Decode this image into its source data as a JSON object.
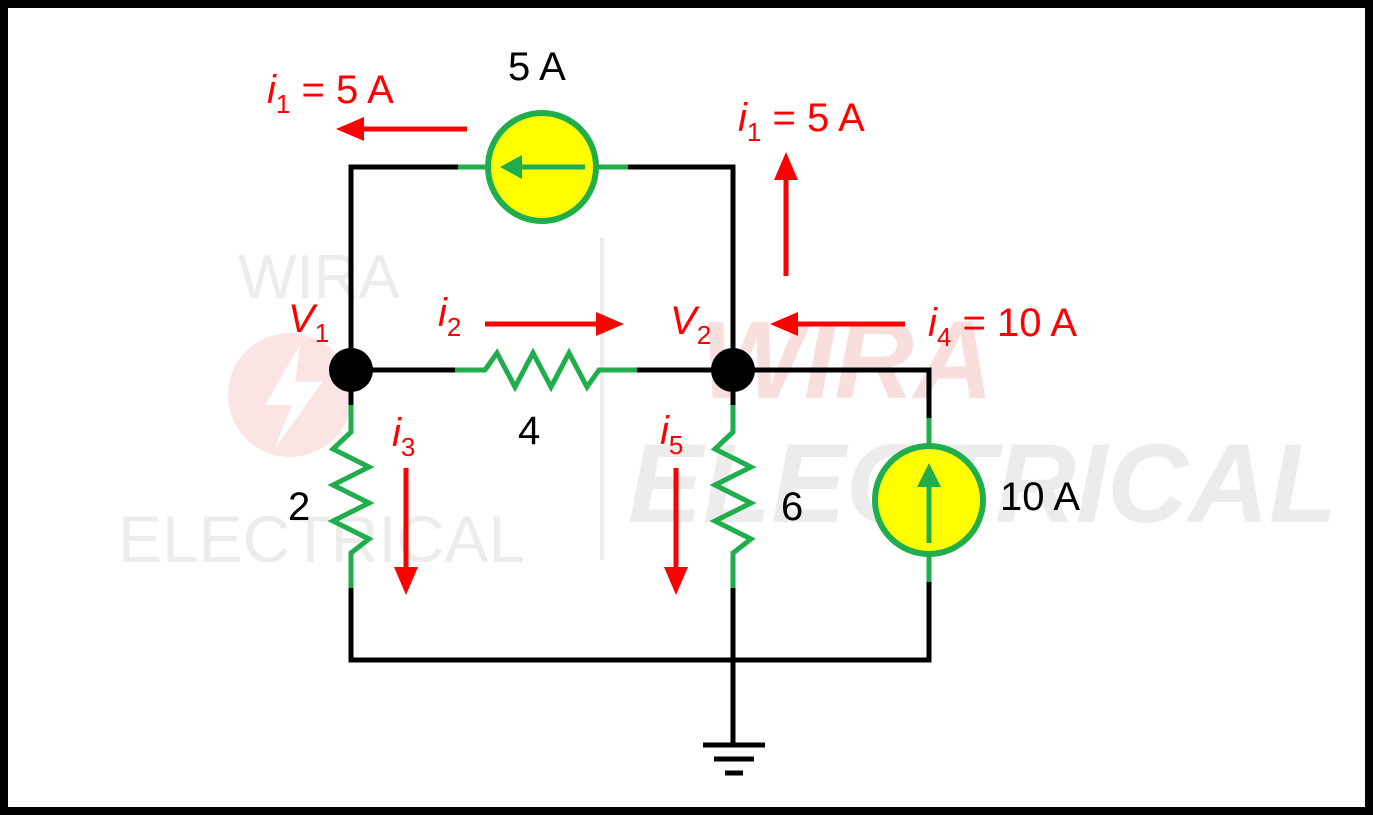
{
  "watermark": {
    "logo_top": "WIRA",
    "logo_bottom": "ELECTRICAL",
    "brand_top": "WIRA",
    "brand_bottom": "ELECTRICAL"
  },
  "labels": {
    "source_top_value": "5 A",
    "source_right_value": "10 A",
    "i1_left": {
      "sym": "i",
      "sub": "1",
      "rest": " = 5 A"
    },
    "i1_right": {
      "sym": "i",
      "sub": "1",
      "rest": " = 5 A"
    },
    "i2": {
      "sym": "i",
      "sub": "2"
    },
    "i3": {
      "sym": "i",
      "sub": "3"
    },
    "i4": {
      "sym": "i",
      "sub": "4",
      "rest": " = 10 A"
    },
    "i5": {
      "sym": "i",
      "sub": "5"
    },
    "v1": {
      "sym": "V",
      "sub": "1"
    },
    "v2": {
      "sym": "V",
      "sub": "2"
    },
    "r_mid_value": "4",
    "r_left_value": "2",
    "r_right_value": "6"
  },
  "colors": {
    "wire": "#000000",
    "component": "#1fae4b",
    "source_fill": "#ffff00",
    "current": "#ff0000",
    "node": "#000000",
    "watermark_light": "#e8e8e8",
    "watermark_red": "#f7d3d3"
  }
}
